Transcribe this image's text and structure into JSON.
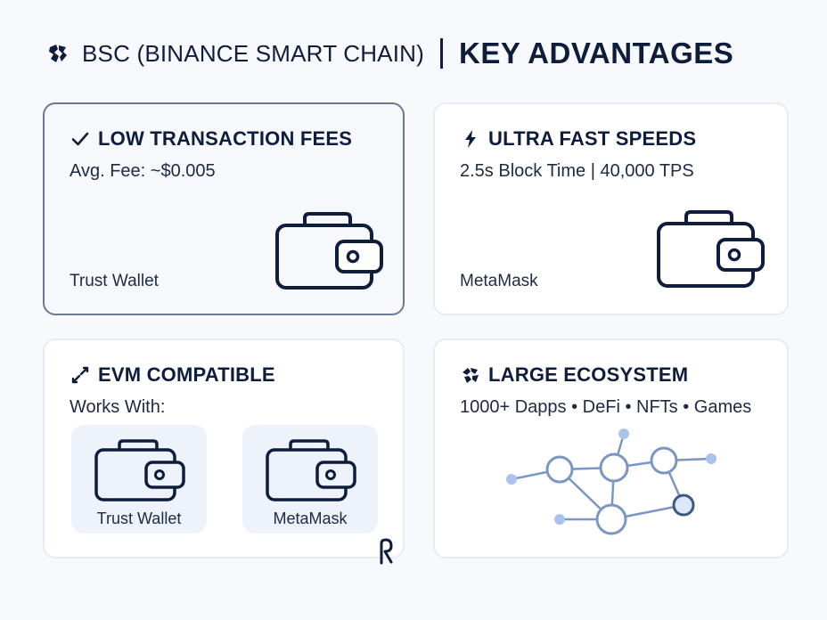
{
  "header": {
    "logo_icon": "bsc-logo-icon",
    "subtitle": "BSC (BINANCE SMART CHAIN)",
    "title": "KEY ADVANTAGES"
  },
  "cards": {
    "fees": {
      "icon": "checkmark-icon",
      "title": "LOW TRANSACTION FEES",
      "subtitle": "Avg. Fee: ~$0.005",
      "footer": "Trust Wallet",
      "illustration": "wallet-icon"
    },
    "speed": {
      "icon": "lightning-icon",
      "title": "ULTRA FAST SPEEDS",
      "subtitle": "2.5s Block Time | 40,000 TPS",
      "footer": "MetaMask",
      "illustration": "wallet-icon"
    },
    "evm": {
      "icon": "arrows-diagonal-icon",
      "title": "EVM COMPATIBLE",
      "subtitle": "Works With:",
      "wallets": [
        {
          "label": "Trust Wallet",
          "icon": "wallet-icon"
        },
        {
          "label": "MetaMask",
          "icon": "wallet-icon"
        }
      ]
    },
    "ecosystem": {
      "icon": "ecosystem-logo-icon",
      "title": "LARGE ECOSYSTEM",
      "subtitle": "1000+ Dapps • DeFi • NFTs • Games",
      "illustration": "network-graph-icon"
    }
  },
  "colors": {
    "text": "#0f1d3d",
    "card_border": "#e7ecf4",
    "selected_border": "#6b7a94",
    "mini_bg": "#edf2fb",
    "node_stroke": "#7b96c4",
    "node_fill": "#a9c3ec"
  }
}
